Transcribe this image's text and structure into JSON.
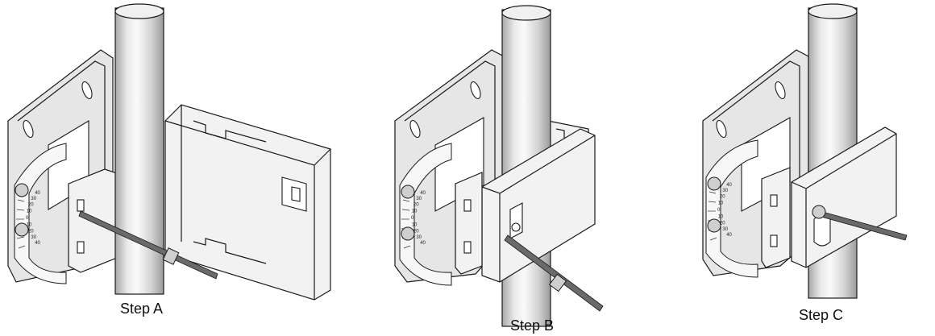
{
  "steps": [
    {
      "id": "a",
      "label": "Step A"
    },
    {
      "id": "b",
      "label": "Step B"
    },
    {
      "id": "c",
      "label": "Step C"
    }
  ],
  "scale_marks": [
    "40",
    "30",
    "20",
    "10",
    "0",
    "10",
    "20",
    "30",
    "40"
  ],
  "colors": {
    "pole_light": "#f4f4f4",
    "pole_mid": "#cfcfcf",
    "pole_dark": "#9a9a9a",
    "outline": "#1a1a1a",
    "background": "#ffffff"
  }
}
